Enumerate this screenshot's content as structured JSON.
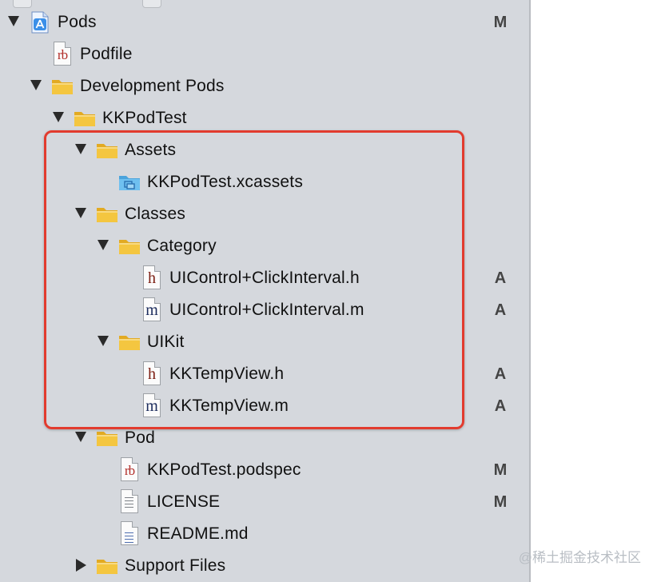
{
  "tree": [
    {
      "label": "Pods",
      "icon": "project-icon",
      "status": "M",
      "expanded": true
    },
    {
      "label": "Podfile",
      "icon": "ruby-file-icon",
      "status": ""
    },
    {
      "label": "Development Pods",
      "icon": "folder-icon",
      "status": "",
      "expanded": true
    },
    {
      "label": "KKPodTest",
      "icon": "folder-icon",
      "status": "",
      "expanded": true
    },
    {
      "label": "Assets",
      "icon": "folder-icon",
      "status": "",
      "expanded": true
    },
    {
      "label": "KKPodTest.xcassets",
      "icon": "asset-catalog-icon",
      "status": ""
    },
    {
      "label": "Classes",
      "icon": "folder-icon",
      "status": "",
      "expanded": true
    },
    {
      "label": "Category",
      "icon": "folder-icon",
      "status": "",
      "expanded": true
    },
    {
      "label": "UIControl+ClickInterval.h",
      "icon": "header-file-icon",
      "status": "A"
    },
    {
      "label": "UIControl+ClickInterval.m",
      "icon": "objc-file-icon",
      "status": "A"
    },
    {
      "label": "UIKit",
      "icon": "folder-icon",
      "status": "",
      "expanded": true
    },
    {
      "label": "KKTempView.h",
      "icon": "header-file-icon",
      "status": "A"
    },
    {
      "label": "KKTempView.m",
      "icon": "objc-file-icon",
      "status": "A"
    },
    {
      "label": "Pod",
      "icon": "folder-icon",
      "status": "",
      "expanded": true
    },
    {
      "label": "KKPodTest.podspec",
      "icon": "ruby-file-icon",
      "status": "M"
    },
    {
      "label": "LICENSE",
      "icon": "text-file-icon",
      "status": "M"
    },
    {
      "label": "README.md",
      "icon": "markdown-file-icon",
      "status": ""
    },
    {
      "label": "Support Files",
      "icon": "folder-icon",
      "status": "",
      "expanded": false
    }
  ],
  "icon_letters": {
    "ruby": "rb",
    "header": "h",
    "objc": "m"
  },
  "colors": {
    "navigator_bg": "#d5d8dd",
    "highlight_box": "#e23b2e",
    "folder": "#f4c640",
    "asset_folder": "#6fc0f0"
  },
  "watermark": "@稀土掘金技术社区"
}
